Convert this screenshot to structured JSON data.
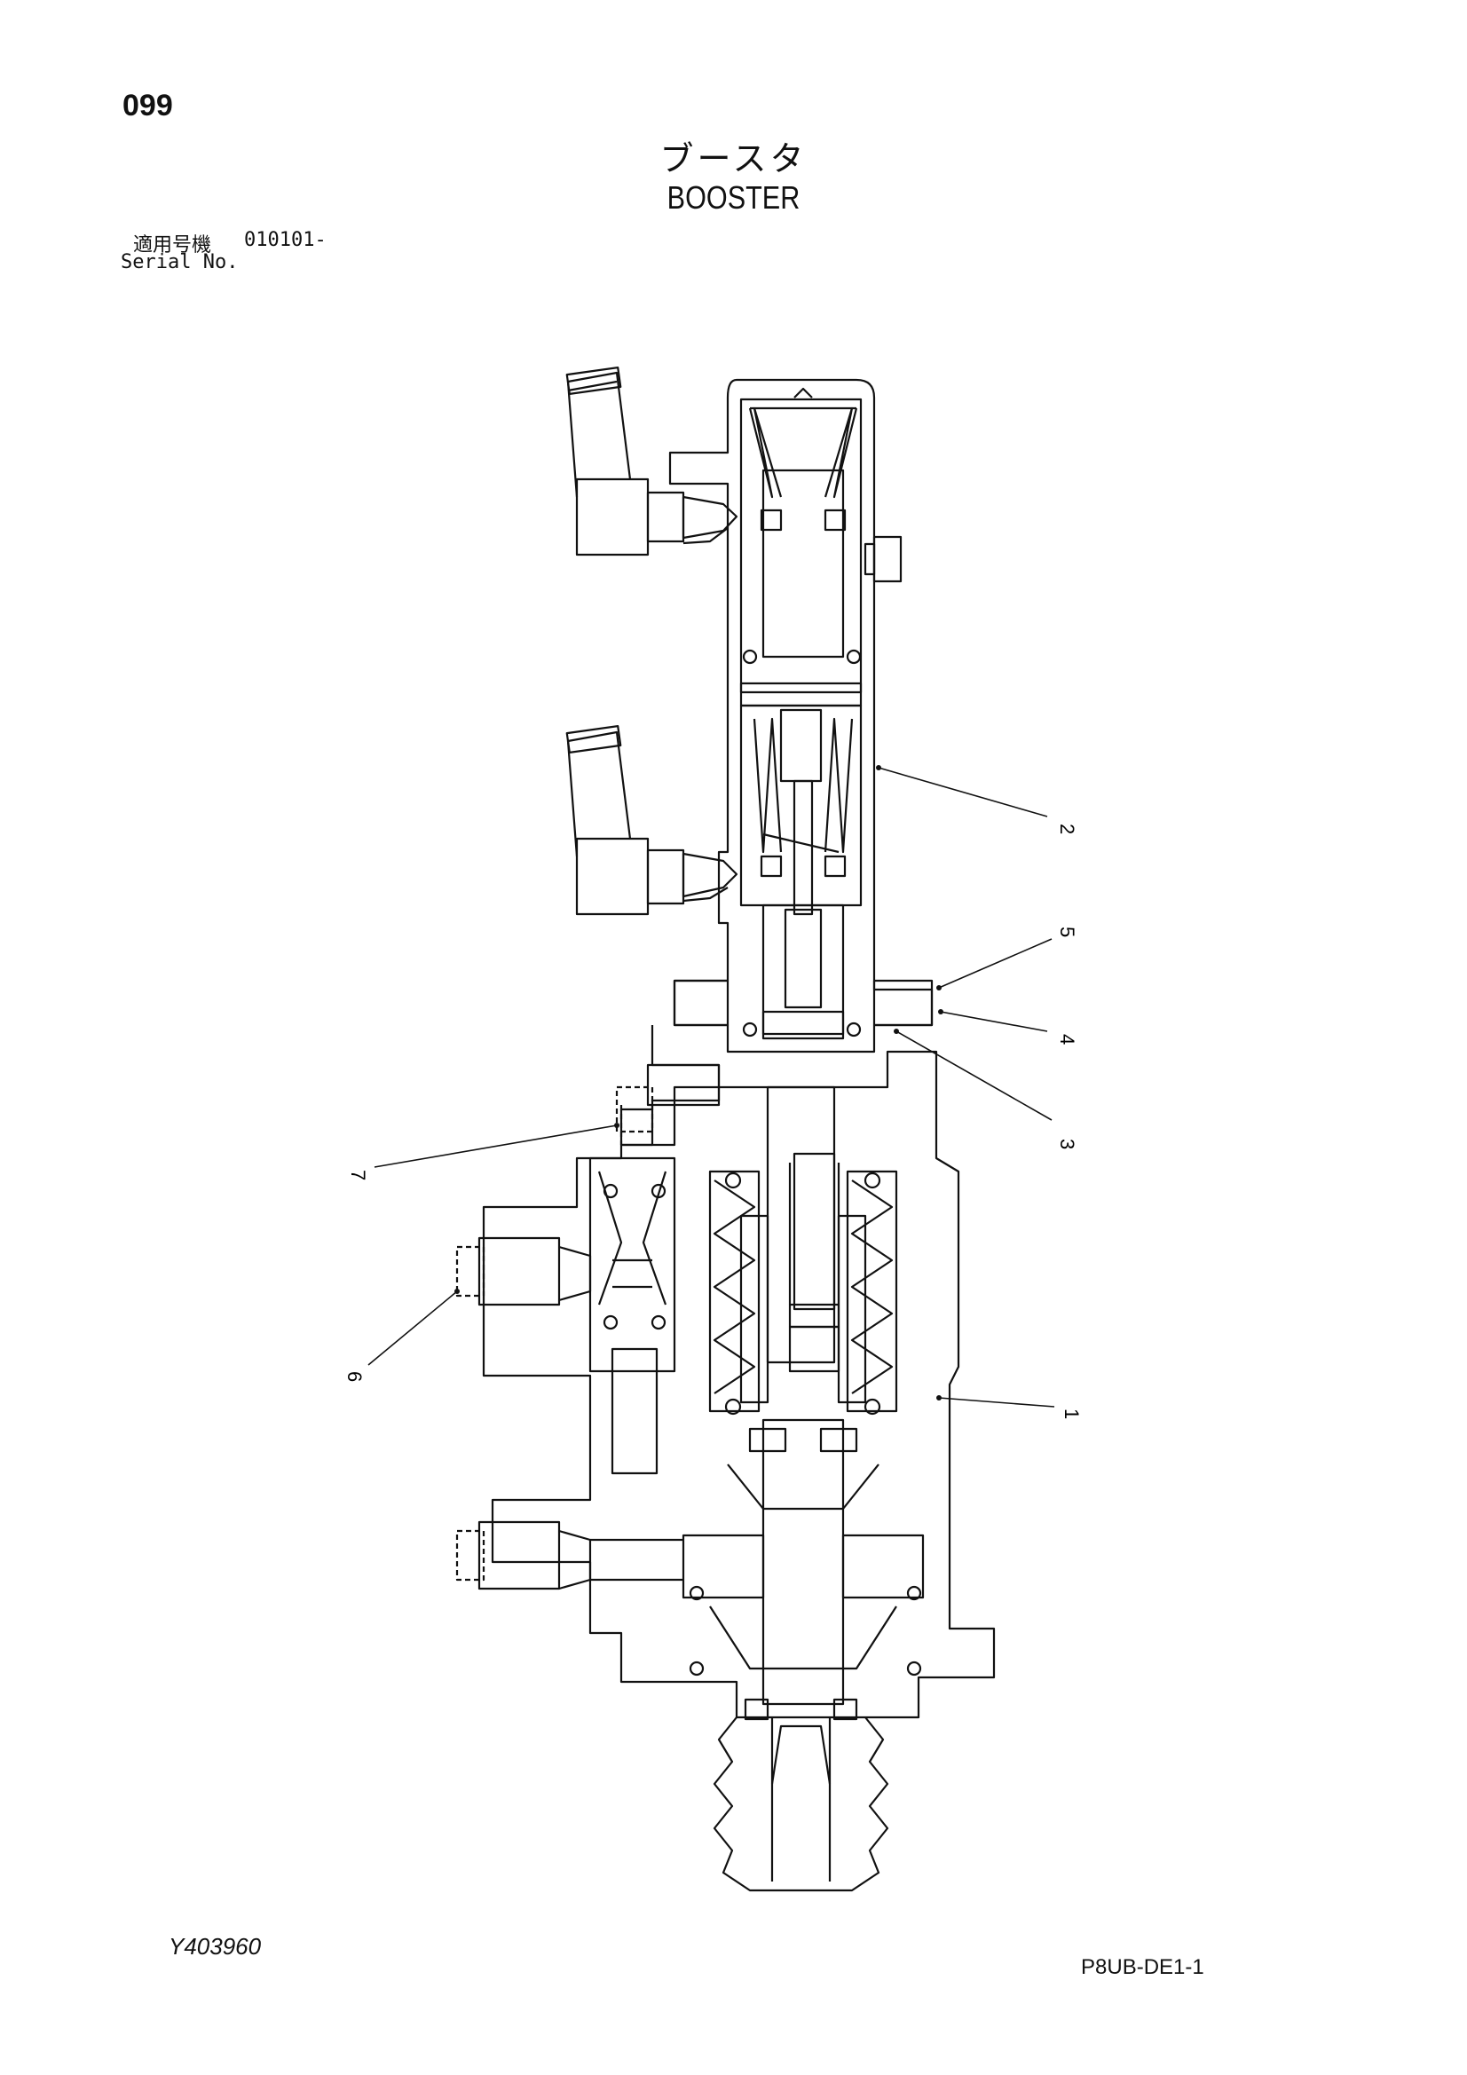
{
  "header": {
    "page_number": "099",
    "title_jp": "ブースタ",
    "title_en": "BOOSTER"
  },
  "serial": {
    "label_jp": "適用号機",
    "range": "010101-",
    "label_en": "Serial No."
  },
  "callouts": [
    {
      "label": "1"
    },
    {
      "label": "2"
    },
    {
      "label": "3"
    },
    {
      "label": "4"
    },
    {
      "label": "5"
    },
    {
      "label": "6"
    },
    {
      "label": "7"
    }
  ],
  "footer": {
    "drawing_number": "Y403960",
    "sheet_code": "P8UB-DE1-1"
  }
}
